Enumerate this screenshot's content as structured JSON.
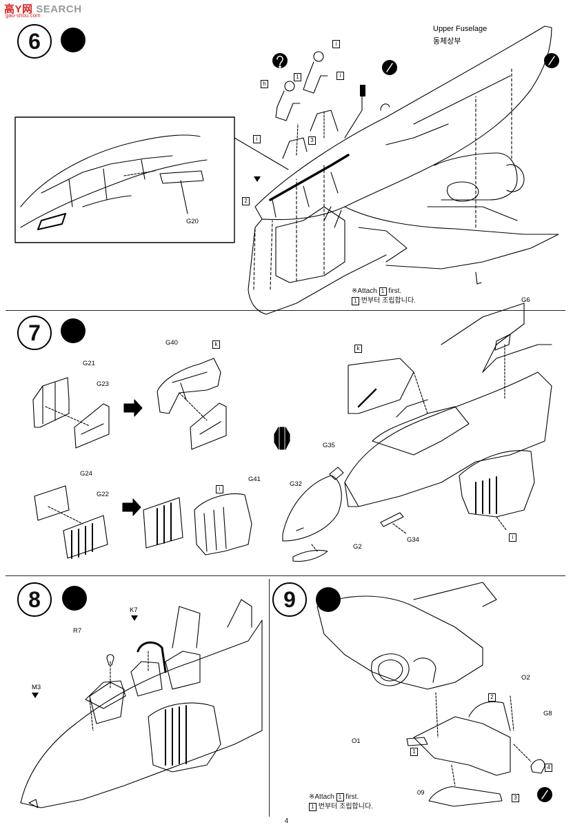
{
  "watermark": {
    "brand_part1": "高",
    "brand_part2": "Y",
    "brand_part3": "网",
    "brand_part4": "SEARCH",
    "sub": "gao-shou.com"
  },
  "steps": {
    "s6": {
      "number": "6",
      "upper_fuselage_en": "Upper Fuselage",
      "upper_fuselage_ko": "동체상부",
      "part_g20": "G20",
      "ref_i": "i",
      "ref_h": "h",
      "box_1": "1",
      "box_2": "2",
      "box_3": "3",
      "note_en": "※Attach",
      "note_box": "1",
      "note_first": "first.",
      "note_ko": "번부터 조립합니다."
    },
    "s7": {
      "number": "7",
      "parts": [
        "G21",
        "G23",
        "G40",
        "G24",
        "G22",
        "G41",
        "G6",
        "G35",
        "G32",
        "G34",
        "G2"
      ],
      "ref_k": "k",
      "ref_i": "i"
    },
    "s8": {
      "number": "8",
      "parts": [
        "K7",
        "R7",
        "M3"
      ]
    },
    "s9": {
      "number": "9",
      "parts": [
        "O2",
        "G8",
        "O1",
        "09"
      ],
      "box_1": "1",
      "box_2": "2",
      "box_3": "3",
      "box_4": "4",
      "note_en": "※Attach",
      "note_box": "1",
      "note_first": "first.",
      "note_ko": "번부터 조립합니다."
    }
  },
  "page_number": "4"
}
